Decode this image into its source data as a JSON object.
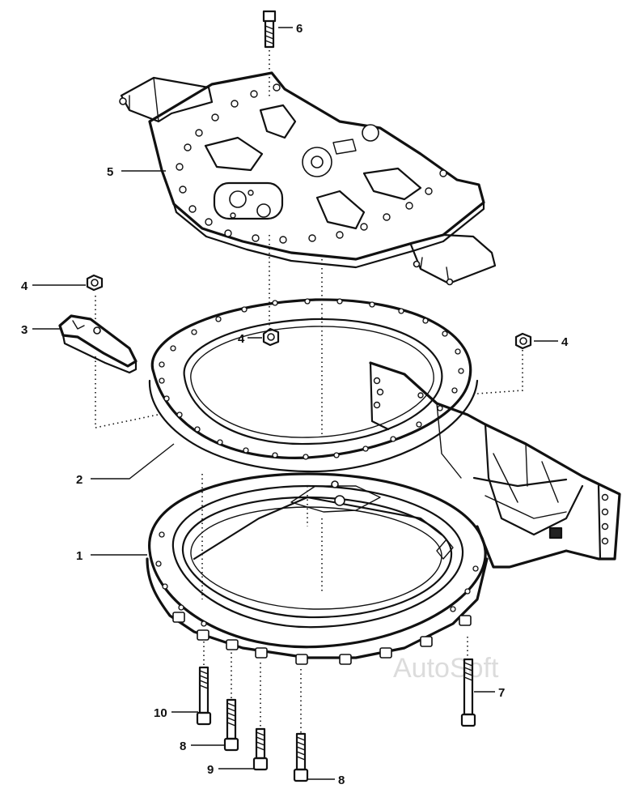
{
  "diagram": {
    "callouts": [
      {
        "id": "c6",
        "label": "6"
      },
      {
        "id": "c5",
        "label": "5"
      },
      {
        "id": "c4a",
        "label": "4"
      },
      {
        "id": "c3",
        "label": "3"
      },
      {
        "id": "c4b",
        "label": "4"
      },
      {
        "id": "c4c",
        "label": "4"
      },
      {
        "id": "c2",
        "label": "2"
      },
      {
        "id": "c1",
        "label": "1"
      },
      {
        "id": "c7",
        "label": "7"
      },
      {
        "id": "c10",
        "label": "10"
      },
      {
        "id": "c8a",
        "label": "8"
      },
      {
        "id": "c9",
        "label": "9"
      },
      {
        "id": "c8b",
        "label": "8"
      }
    ],
    "watermark": "AutoSoft"
  }
}
